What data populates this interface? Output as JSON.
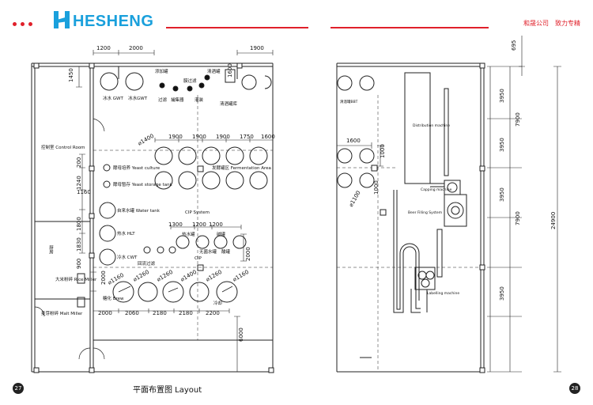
{
  "header": {
    "brand": "HESHENG",
    "tagline": "和晟公司　致力专精",
    "accent_color": "#e0202a",
    "brand_color": "#1aa0dc",
    "logo_icon": "hesheng-h-logo"
  },
  "left_plan": {
    "dims_top": [
      "1200",
      "2000",
      "1900"
    ],
    "dims_tanks": [
      "1900",
      "1900",
      "1900",
      "1750",
      "1600"
    ],
    "dims_left": [
      "1450",
      "200",
      "1240",
      "1160",
      "1800",
      "1830",
      "900",
      "2000"
    ],
    "dims_cip": [
      "1300",
      "1200",
      "1200"
    ],
    "dims_bottom": [
      "2000",
      "2060",
      "2180",
      "2180",
      "2200"
    ],
    "dims_misc": [
      "1600",
      "2000",
      "6000"
    ],
    "diameters": [
      "⌀1400",
      "⌀1160",
      "⌀1260",
      "⌀1260",
      "⌀1400",
      "⌀1260",
      "⌀1160"
    ],
    "labels": {
      "ice_water": "冰水 GWT",
      "ice_water2": "冰水GWT",
      "control_room": "控制室 Control Room",
      "kitchen": "厨房",
      "yeast_culture": "酵母培养 Yeast culture",
      "yeast_storage": "酵母暂存 Yeast storage tank",
      "water_tank": "自来水罐 Water tank",
      "hlt": "热水 HLT",
      "cwt": "冷水 CWT",
      "rice_miller": "大米粉碎 Rice Miller",
      "malt_miller": "麦芽粉碎 Malt Miller",
      "fermentation": "发酵罐区 Fermentation Area",
      "cip": "CIP System",
      "cip2": "CIP",
      "brew": "糖化 Brew",
      "add_water": "添加罐",
      "filter1": "过滤",
      "filter2": "捕集器",
      "filter3": "膜过滤",
      "wash": "灌装",
      "hot_water": "热水罐",
      "alkali": "碱罐",
      "acid": "酸罐",
      "sterile": "无菌水罐",
      "back_pipe": "回流过滤",
      "cold": "冷却",
      "wine_tank": "清酒罐",
      "room": "清酒罐库"
    }
  },
  "right_plan": {
    "dims_right": [
      "695",
      "3950",
      "7900",
      "3950",
      "3950",
      "7900",
      "3950",
      "24900"
    ],
    "dims_top": [
      "1600",
      "1000",
      "1000"
    ],
    "diameter": "⌀1100",
    "labels": {
      "bbt": "清酒罐BBT",
      "filling1": "Distribution machine",
      "filling2": "Capping machine",
      "filling3": "Beer Filling System",
      "filling4": "Labelling machine"
    }
  },
  "footer": {
    "page_left": "27",
    "page_right": "28",
    "caption": "平面布置图 Layout"
  }
}
